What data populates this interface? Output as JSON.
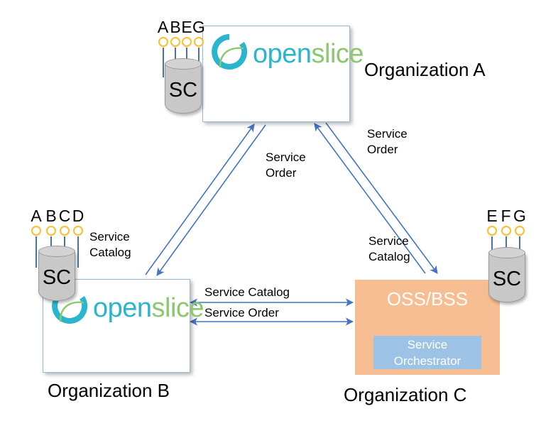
{
  "diagram": {
    "title": "OpenSlice multi-organization service catalog and order exchange",
    "colors": {
      "arrow_blue": "#4472C4",
      "box_border_blue": "#9BB7D4",
      "ossbss_fill": "#F6BE92",
      "orchestrator_fill": "#9CC3E5",
      "cylinder_gray": "#C8C8C8",
      "circle_yellow": "#FBBE2E",
      "logo_teal": "#2AB5CE",
      "logo_green": "#8DC76F"
    }
  },
  "organizations": [
    {
      "id": "org-a",
      "caption": "Organization A",
      "product": {
        "open": "open",
        "slice": "slice"
      },
      "catalog": {
        "label": "SC",
        "items": [
          "A",
          "B",
          "E",
          "G"
        ]
      }
    },
    {
      "id": "org-b",
      "caption": "Organization B",
      "product": {
        "open": "open",
        "slice": "slice"
      },
      "catalog": {
        "label": "SC",
        "items": [
          "A",
          "B",
          "C",
          "D"
        ],
        "caption_line1": "Service",
        "caption_line2": "Catalog"
      }
    },
    {
      "id": "org-c",
      "caption": "Organization C",
      "system_title": "OSS/BSS",
      "orchestrator": {
        "line1": "Service",
        "line2": "Orchestrator"
      },
      "catalog": {
        "label": "SC",
        "items": [
          "E",
          "F",
          "G"
        ]
      }
    }
  ],
  "flows": [
    {
      "id": "flow-b-to-a-order",
      "line1": "Service",
      "line2": "Order",
      "from": "org-b",
      "to": "org-a"
    },
    {
      "id": "flow-c-to-a-order",
      "line1": "Service",
      "line2": "Order",
      "from": "org-c",
      "to": "org-a"
    },
    {
      "id": "flow-a-to-c-catalog",
      "line1": "Service",
      "line2": "Catalog",
      "from": "org-a",
      "to": "org-c"
    },
    {
      "id": "flow-b-c-catalog",
      "label": "Service Catalog",
      "between": [
        "org-b",
        "org-c"
      ],
      "bidirectional": true
    },
    {
      "id": "flow-b-c-order",
      "label": "Service Order",
      "between": [
        "org-b",
        "org-c"
      ],
      "bidirectional": true
    }
  ]
}
